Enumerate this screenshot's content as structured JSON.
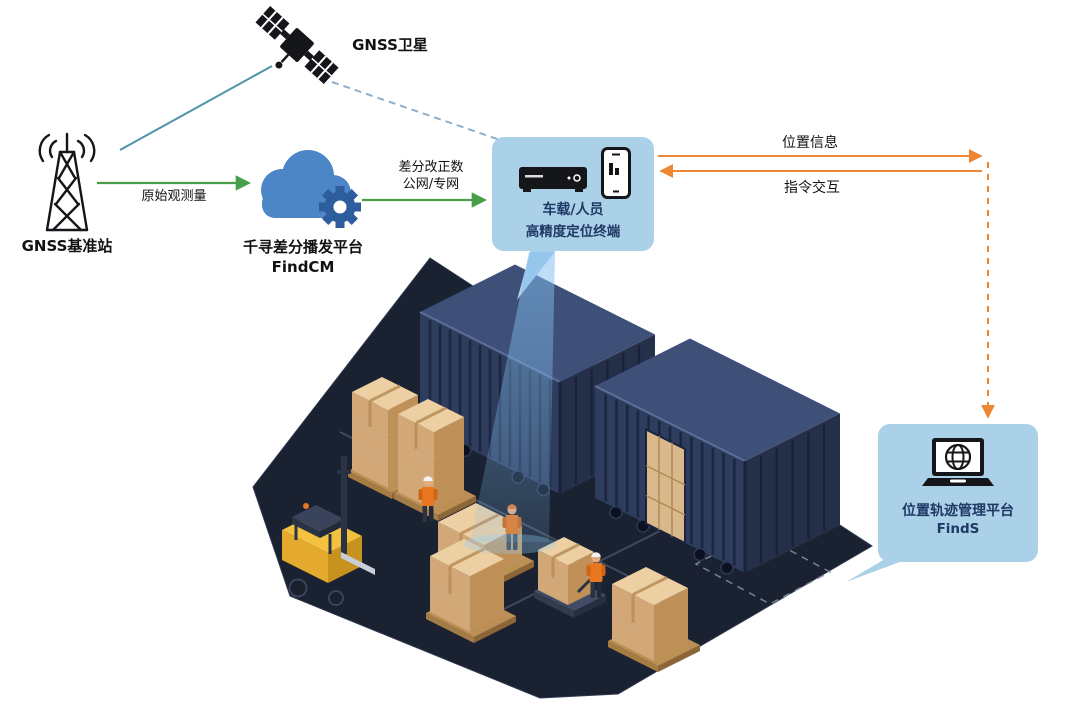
{
  "labels": {
    "satellite": "GNSS卫星",
    "base_station": "GNSS基准站",
    "raw_observation": "原始观测量",
    "cloud_line1": "千寻差分播发平台",
    "cloud_line2": "FindCM",
    "correction_line1": "差分改正数",
    "correction_line2": "公网/专网",
    "terminal_line1": "车载/人员",
    "terminal_line2": "高精度定位终端",
    "position_info": "位置信息",
    "command_interaction": "指令交互",
    "platform_line1": "位置轨迹管理平台",
    "platform_line2": "FindS"
  },
  "icons": {
    "satellite": "satellite-icon",
    "base_station": "base-station-icon",
    "cloud": "cloud-icon",
    "gear": "gear-icon",
    "terminal_device": "dvr-device-icon",
    "terminal_phone": "smartphone-icon",
    "platform_laptop": "laptop-globe-icon"
  },
  "colors": {
    "bubble_blue": "#abd1e8",
    "navy_text": "#1f3864",
    "green_arrow": "#4a9e4a",
    "orange_arrow": "#ed8733",
    "teal_line": "#4e93a8",
    "cloud_blue": "#4c86c6",
    "gear_blue": "#2d5d9c",
    "container_blue": "#2e3d5e",
    "platform_dark": "#1a2130"
  }
}
